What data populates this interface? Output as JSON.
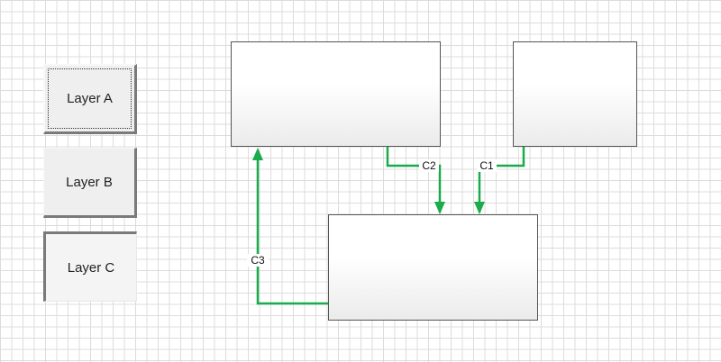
{
  "layers": {
    "a": {
      "label": "Layer A"
    },
    "b": {
      "label": "Layer B"
    },
    "c": {
      "label": "Layer C"
    }
  },
  "connectors": {
    "c1": {
      "label": "C1"
    },
    "c2": {
      "label": "C2"
    },
    "c3": {
      "label": "C3"
    }
  },
  "colors": {
    "connector": "#1aab4a",
    "grid": "#dcdcdc",
    "box_border": "#555555"
  }
}
